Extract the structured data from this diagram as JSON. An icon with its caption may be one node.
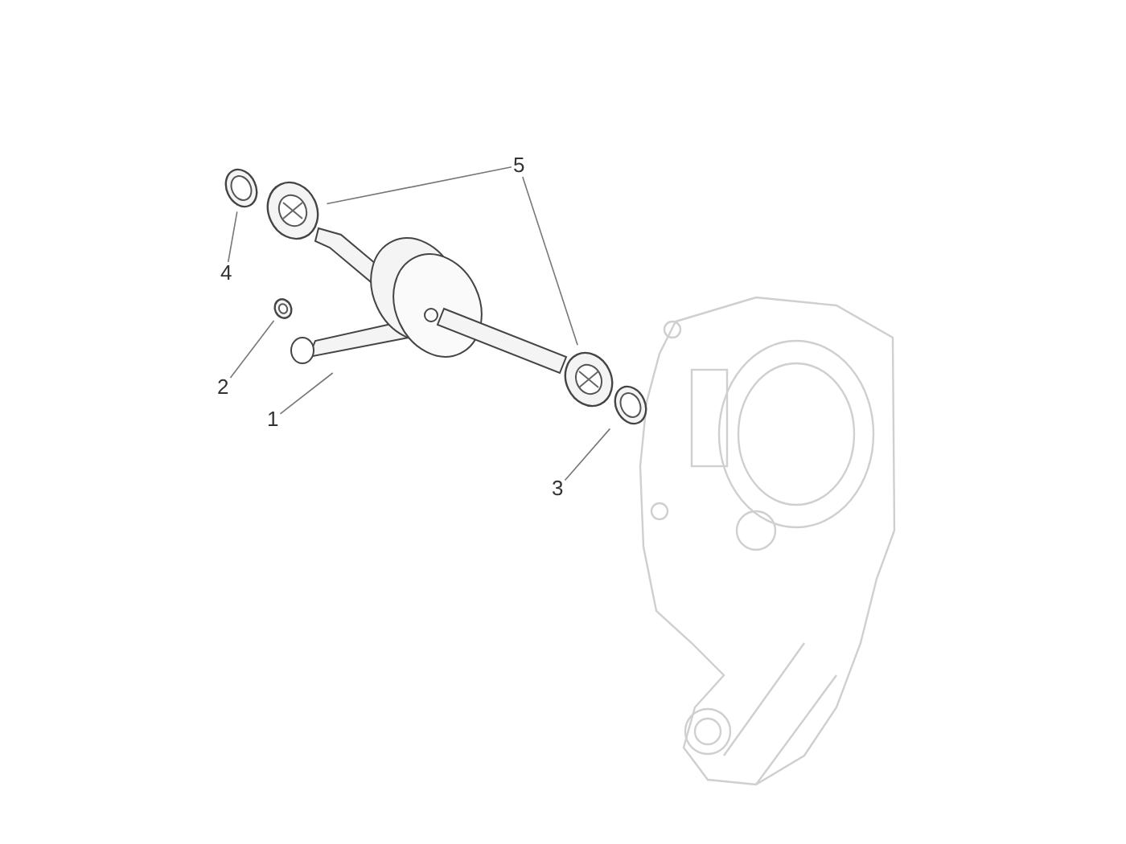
{
  "diagram": {
    "nodes": [
      {
        "text": [
          "5"
        ]
      },
      {
        "text": [
          "4"
        ]
      },
      {
        "text": [
          "2"
        ]
      },
      {
        "text": [
          "1"
        ]
      },
      {
        "text": [
          "3"
        ]
      },
      {
        "text": [],
        "shape": "picture"
      },
      {
        "text": [],
        "shape": "picture"
      },
      {
        "text": [],
        "shape": "picture"
      },
      {
        "text": [],
        "shape": "picture"
      },
      {
        "text": [],
        "shape": "picture"
      },
      {
        "text": [],
        "shape": "picture"
      }
    ],
    "edges": [
      {
        "from": 0,
        "to": 7,
        "arrow": "none"
      },
      {
        "from": 0,
        "to": 9,
        "arrow": "none"
      },
      {
        "from": 1,
        "to": 5,
        "arrow": "none"
      },
      {
        "from": 2,
        "to": 6,
        "arrow": "none"
      },
      {
        "from": 3,
        "to": 8,
        "arrow": "none"
      },
      {
        "from": 4,
        "to": 10,
        "arrow": "none"
      }
    ]
  }
}
